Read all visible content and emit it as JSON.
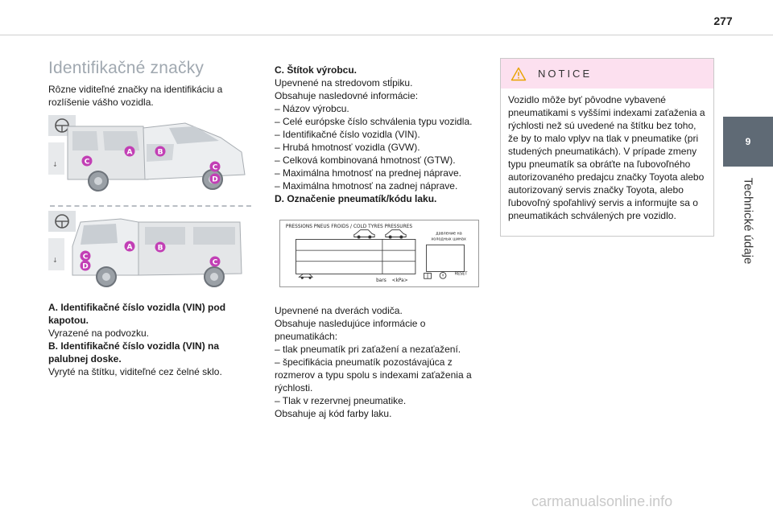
{
  "page": {
    "number": "277",
    "chapter_number": "9",
    "chapter_title": "Technické údaje"
  },
  "section": {
    "title": "Identifikačné značky",
    "intro": "Rôzne viditeľné značky na identifikáciu a rozlíšenie vášho vozidla."
  },
  "figure": {
    "markers": [
      "A",
      "B",
      "C",
      "D"
    ]
  },
  "items": {
    "a_title": "A. Identifikačné číslo vozidla (VIN) pod kapotou.",
    "a_text": "Vyrazené na podvozku.",
    "b_title": "B. Identifikačné číslo vozidla (VIN) na palubnej doske.",
    "b_text": "Vyryté na štítku, viditeľné cez čelné sklo.",
    "c_title": "C. Štítok výrobcu.",
    "c_lines": [
      "Upevnené na stredovom stĺpiku.",
      "Obsahuje nasledovné informácie:",
      "–  Názov výrobcu.",
      "–  Celé európske číslo schválenia typu vozidla.",
      "–  Identifikačné číslo vozidla (VIN).",
      "–  Hrubá hmotnosť vozidla (GVW).",
      "–  Celková kombinovaná hmotnosť (GTW).",
      "–  Maximálna hmotnosť na prednej náprave.",
      "–  Maximálna hmotnosť na zadnej náprave."
    ],
    "d_title": "D. Označenie pneumatík/kódu laku.",
    "d_lines": [
      "Upevnené na dverách vodiča.",
      "Obsahuje nasledujúce informácie o pneumatikách:",
      "–  tlak pneumatík pri zaťažení a nezaťažení.",
      "–  špecifikácia pneumatík pozostávajúca z rozmerov a typu spolu s indexami zaťaženia a rýchlosti.",
      "–  Tlak v rezervnej pneumatike.",
      "Obsahuje aj kód farby laku."
    ]
  },
  "tyre_label": {
    "header": "PRESSIONS PNEUS FROIDS / COLD TYRES PRESSURES",
    "cyr1": "давление на",
    "cyr2": "холодных шинах",
    "bars": "bars",
    "kpa": "<kPa>",
    "reset": "RESET"
  },
  "notice": {
    "title": "NOTICE",
    "text": "Vozidlo môže byť pôvodne vybavené pneumatikami s vyššími indexami zaťaženia a rýchlosti než sú uvedené na štítku bez toho, že by to malo vplyv na tlak v pneumatike (pri studených pneumatikách). V prípade zmeny typu pneumatík sa obráťte na ľubovoľného autorizovaného predajcu značky Toyota alebo autorizovaný servis značky Toyota, alebo ľubovoľný spoľahlivý servis a informujte sa o pneumatikách schválených pre vozidlo."
  },
  "watermark": "carmanualsonline.info",
  "colors": {
    "marker": "#c23fb5",
    "title": "#a0a8b0",
    "tab": "#5f6a75",
    "notice_head": "#fce0ef",
    "warning": "#e8a300"
  }
}
